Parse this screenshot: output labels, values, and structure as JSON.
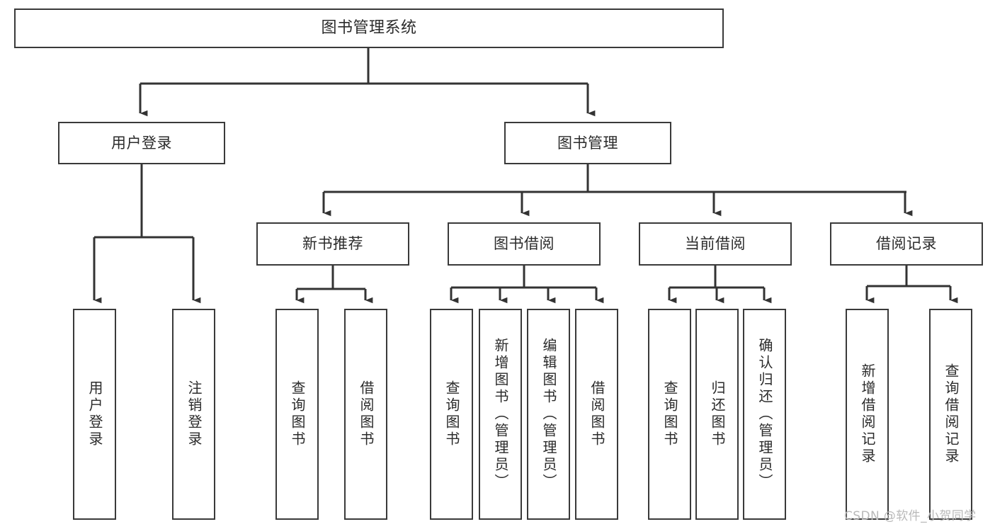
{
  "diagram": {
    "type": "tree-hierarchy-chart",
    "title_node": "图书管理系统",
    "watermark": "CSDN @软件_小贺同学",
    "colors": {
      "border": "#3a3a3a",
      "background": "#ffffff",
      "text": "#2b2b2b",
      "edge": "#333333",
      "watermark": "#b9b9b9"
    },
    "levels": {
      "level1": [
        "图书管理系统"
      ],
      "level2": [
        "用户登录",
        "图书管理"
      ],
      "level3": [
        "新书推荐",
        "图书借阅",
        "当前借阅",
        "借阅记录"
      ],
      "level4": [
        "用户登录",
        "注销登录",
        "查询图书",
        "借阅图书",
        "查询图书",
        "新增图书（管理员）",
        "编辑图书（管理员）",
        "借阅图书",
        "查询图书",
        "归还图书",
        "确认归还（管理员）",
        "新增借阅记录",
        "查询借阅记录"
      ]
    },
    "nodes": {
      "root": {
        "label": "图书管理系统"
      },
      "user_login": {
        "label": "用户登录"
      },
      "book_manage": {
        "label": "图书管理"
      },
      "new_book_rec": {
        "label": "新书推荐"
      },
      "book_borrow": {
        "label": "图书借阅"
      },
      "current_borrow": {
        "label": "当前借阅"
      },
      "borrow_record": {
        "label": "借阅记录"
      },
      "leaf_user_login": {
        "label": "用户登录"
      },
      "leaf_logout": {
        "label": "注销登录"
      },
      "leaf_query_book_1": {
        "label": "查询图书"
      },
      "leaf_borrow_book_1": {
        "label": "借阅图书"
      },
      "leaf_query_book_2": {
        "label": "查询图书"
      },
      "leaf_add_book_admin": {
        "label": "新增图书（管理员）"
      },
      "leaf_edit_book_admin": {
        "label": "编辑图书（管理员）"
      },
      "leaf_borrow_book_2": {
        "label": "借阅图书"
      },
      "leaf_query_book_3": {
        "label": "查询图书"
      },
      "leaf_return_book": {
        "label": "归还图书"
      },
      "leaf_confirm_return_admin": {
        "label": "确认归还（管理员）"
      },
      "leaf_add_record": {
        "label": "新增借阅记录"
      },
      "leaf_query_record": {
        "label": "查询借阅记录"
      }
    }
  }
}
